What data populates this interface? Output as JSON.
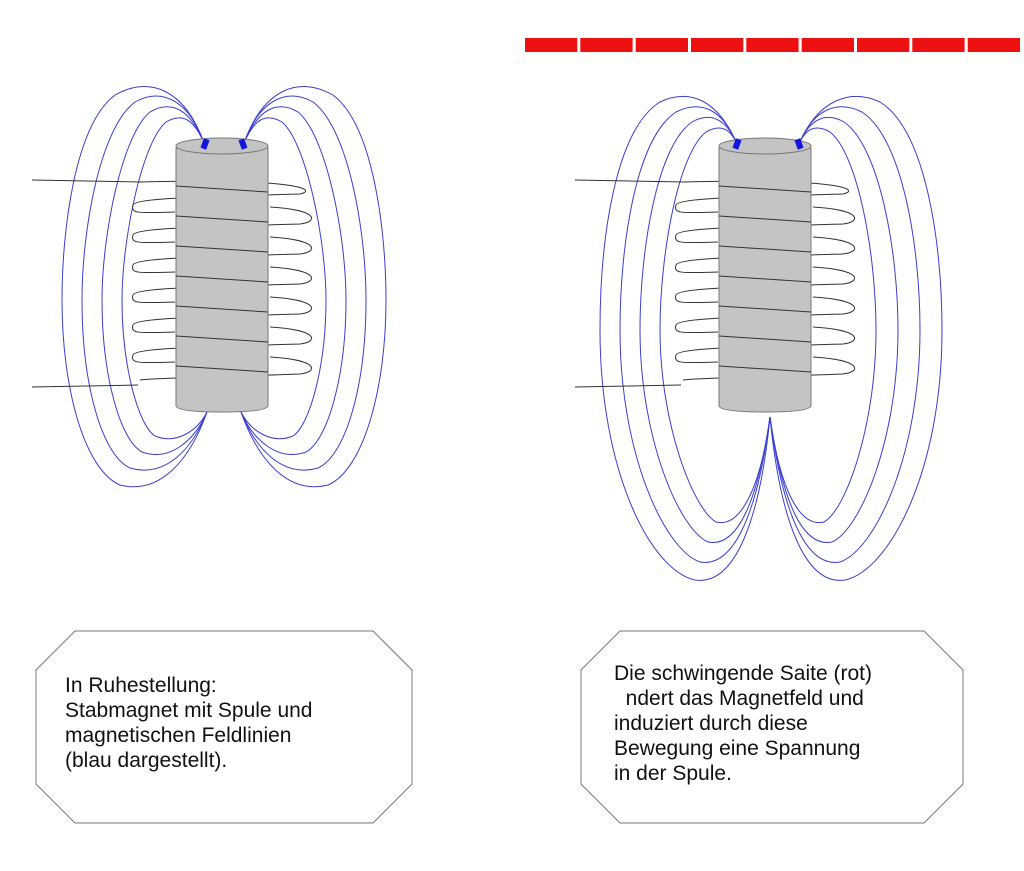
{
  "colors": {
    "field_line": "#3b3fd0",
    "pole_marker": "#1414e0",
    "magnet_fill": "#c4c4c4",
    "magnet_stroke": "#777777",
    "coil_wire": "#333333",
    "string": "#ee1111",
    "caption_border": "#777777"
  },
  "left_panel": {
    "caption": [
      "In Ruhestellung:",
      "Stabmagnet mit Spule und",
      "magnetischen Feldlinien",
      "(blau dargestellt)."
    ]
  },
  "right_panel": {
    "caption": [
      "Die schwingende Saite (rot)",
      "  ndert das Magnetfeld und",
      "induziert durch diese",
      "Bewegung eine Spannung",
      "in der Spule."
    ]
  }
}
